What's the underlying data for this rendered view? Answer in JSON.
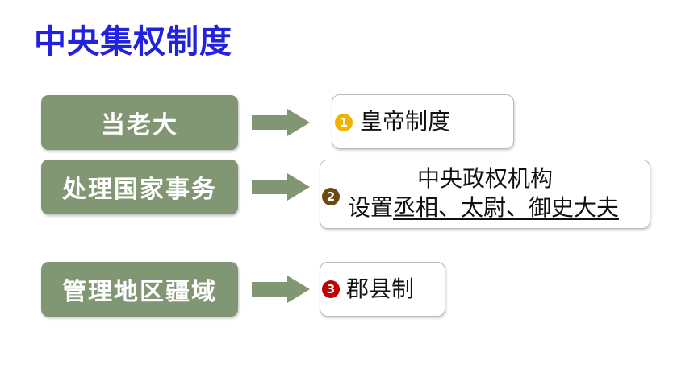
{
  "title": "中央集权制度",
  "rows": [
    {
      "label": "当老大",
      "badge": "1",
      "badge_color": "#f0b400",
      "lines": [
        "皇帝制度"
      ]
    },
    {
      "label": "处理国家事务",
      "badge": "2",
      "badge_color": "#6b4a12",
      "line1": "中央政权机构",
      "line2_prefix": "设置",
      "line2_underlined": "丞相、太尉、御史大夫"
    },
    {
      "label": "管理地区疆域",
      "badge": "3",
      "badge_color": "#c00000",
      "lines": [
        "郡县制"
      ]
    }
  ],
  "colors": {
    "title": "#2222dd",
    "label_bg": "#819773",
    "arrow": "#819773"
  }
}
